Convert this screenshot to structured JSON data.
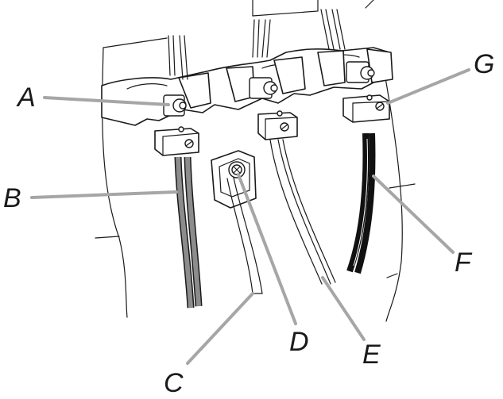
{
  "callouts": [
    {
      "id": "A",
      "label": "A"
    },
    {
      "id": "B",
      "label": "B"
    },
    {
      "id": "C",
      "label": "C"
    },
    {
      "id": "D",
      "label": "D"
    },
    {
      "id": "E",
      "label": "E"
    },
    {
      "id": "F",
      "label": "F"
    },
    {
      "id": "G",
      "label": "G"
    }
  ],
  "colors": {
    "leader": "#a6a6a6",
    "ink": "#1a1a1a",
    "gray_wire": "#8c8c8c",
    "black_wire": "#111111"
  }
}
